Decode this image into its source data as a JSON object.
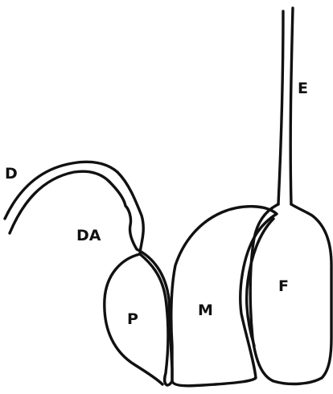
{
  "labels": {
    "d": "D",
    "da": "DA",
    "p": "P",
    "m": "M",
    "f": "F",
    "e": "E"
  },
  "colors": {
    "line": "#111111",
    "background": "#ffffff"
  }
}
